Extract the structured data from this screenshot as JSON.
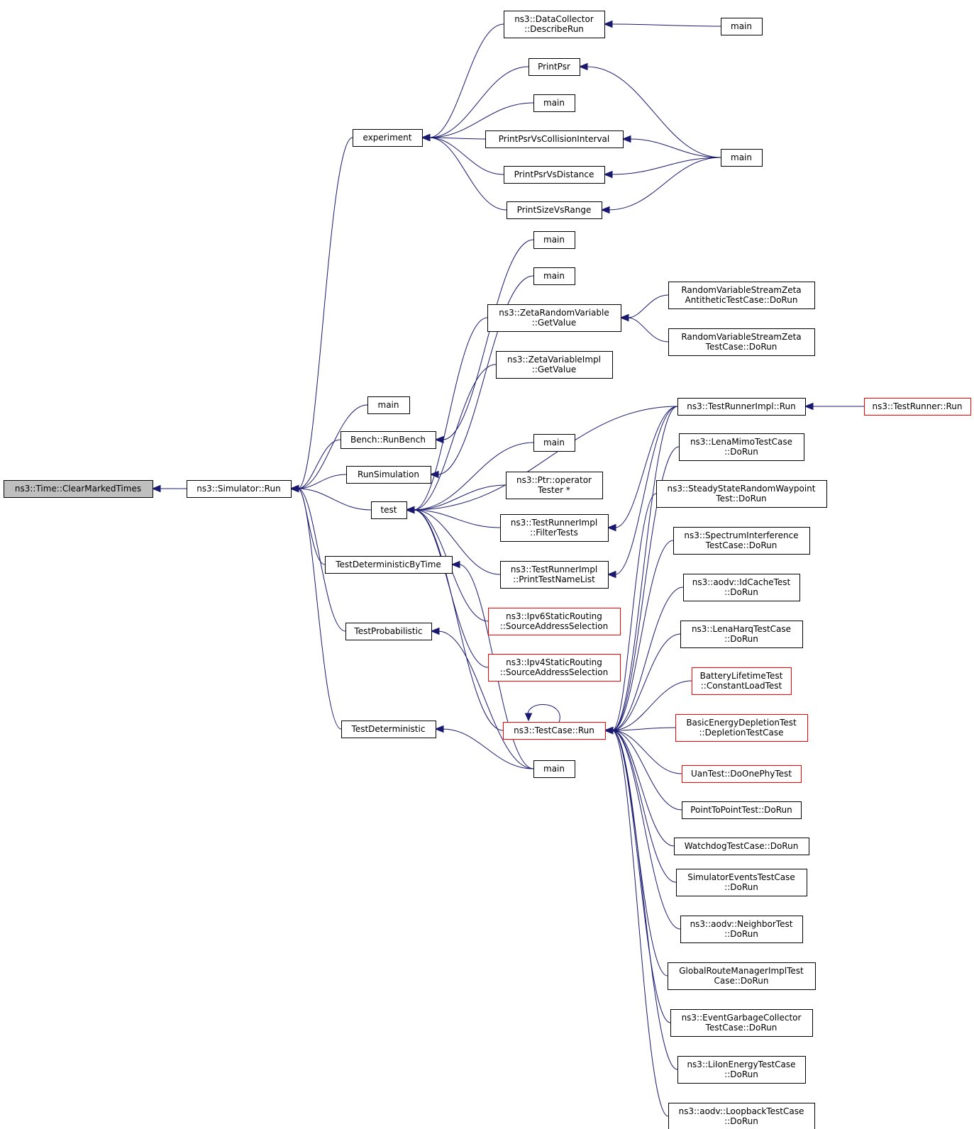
{
  "nodes": {
    "n0": {
      "label": [
        "ns3::Time::ClearMarkedTimes"
      ],
      "root": true
    },
    "n1": {
      "label": [
        "ns3::Simulator::Run"
      ]
    },
    "n2": {
      "label": [
        "experiment"
      ]
    },
    "n3": {
      "label": [
        "main"
      ]
    },
    "n4": {
      "label": [
        "Bench::RunBench"
      ]
    },
    "n5": {
      "label": [
        "RunSimulation"
      ]
    },
    "n6": {
      "label": [
        "test"
      ]
    },
    "n7": {
      "label": [
        "TestDeterministicByTime"
      ]
    },
    "n8": {
      "label": [
        "TestProbabilistic"
      ]
    },
    "n9": {
      "label": [
        "TestDeterministic"
      ]
    },
    "n10": {
      "label": [
        "ns3::DataCollector",
        "::DescribeRun"
      ]
    },
    "n11": {
      "label": [
        "PrintPsr"
      ]
    },
    "n12": {
      "label": [
        "main"
      ]
    },
    "n13": {
      "label": [
        "PrintPsrVsCollisionInterval"
      ]
    },
    "n14": {
      "label": [
        "PrintPsrVsDistance"
      ]
    },
    "n15": {
      "label": [
        "PrintSizeVsRange"
      ]
    },
    "n16": {
      "label": [
        "main"
      ]
    },
    "n17": {
      "label": [
        "main"
      ]
    },
    "n18": {
      "label": [
        "main"
      ]
    },
    "n19": {
      "label": [
        "main"
      ]
    },
    "n20": {
      "label": [
        "ns3::ZetaRandomVariable",
        "::GetValue"
      ]
    },
    "n21": {
      "label": [
        "ns3::ZetaVariableImpl",
        "::GetValue"
      ]
    },
    "n22": {
      "label": [
        "main"
      ]
    },
    "n23": {
      "label": [
        "ns3::Ptr::operator",
        "Tester *"
      ]
    },
    "n24": {
      "label": [
        "ns3::TestRunnerImpl",
        "::FilterTests"
      ]
    },
    "n25": {
      "label": [
        "ns3::TestRunnerImpl",
        "::PrintTestNameList"
      ]
    },
    "n26": {
      "label": [
        "ns3::Ipv6StaticRouting",
        "::SourceAddressSelection"
      ],
      "truncated": true
    },
    "n27": {
      "label": [
        "ns3::Ipv4StaticRouting",
        "::SourceAddressSelection"
      ],
      "truncated": true
    },
    "n28": {
      "label": [
        "ns3::TestCase::Run"
      ],
      "truncated": true
    },
    "n29": {
      "label": [
        "main"
      ]
    },
    "n30": {
      "label": [
        "RandomVariableStreamZeta",
        "AntitheticTestCase::DoRun"
      ]
    },
    "n31": {
      "label": [
        "RandomVariableStreamZeta",
        "TestCase::DoRun"
      ]
    },
    "n32": {
      "label": [
        "ns3::TestRunnerImpl::Run"
      ]
    },
    "n33": {
      "label": [
        "ns3::TestRunner::Run"
      ],
      "truncated": true
    },
    "n34": {
      "label": [
        "ns3::LenaMimoTestCase",
        "::DoRun"
      ]
    },
    "n35": {
      "label": [
        "ns3::SteadyStateRandomWaypoint",
        "Test::DoRun"
      ]
    },
    "n36": {
      "label": [
        "ns3::SpectrumInterference",
        "TestCase::DoRun"
      ]
    },
    "n37": {
      "label": [
        "ns3::aodv::IdCacheTest",
        "::DoRun"
      ]
    },
    "n38": {
      "label": [
        "ns3::LenaHarqTestCase",
        "::DoRun"
      ]
    },
    "n39": {
      "label": [
        "BatteryLifetimeTest",
        "::ConstantLoadTest"
      ],
      "truncated": true
    },
    "n40": {
      "label": [
        "BasicEnergyDepletionTest",
        "::DepletionTestCase"
      ],
      "truncated": true
    },
    "n41": {
      "label": [
        "UanTest::DoOnePhyTest"
      ],
      "truncated": true
    },
    "n42": {
      "label": [
        "PointToPointTest::DoRun"
      ]
    },
    "n43": {
      "label": [
        "WatchdogTestCase::DoRun"
      ]
    },
    "n44": {
      "label": [
        "SimulatorEventsTestCase",
        "::DoRun"
      ]
    },
    "n45": {
      "label": [
        "ns3::aodv::NeighborTest",
        "::DoRun"
      ]
    },
    "n46": {
      "label": [
        "GlobalRouteManagerImplTest",
        "Case::DoRun"
      ]
    },
    "n47": {
      "label": [
        "ns3::EventGarbageCollector",
        "TestCase::DoRun"
      ]
    },
    "n48": {
      "label": [
        "ns3::LiIonEnergyTestCase",
        "::DoRun"
      ]
    },
    "n49": {
      "label": [
        "ns3::aodv::LoopbackTestCase",
        "::DoRun"
      ]
    }
  },
  "edges": [
    [
      "n1",
      "n0"
    ],
    [
      "n2",
      "n1"
    ],
    [
      "n3",
      "n1"
    ],
    [
      "n4",
      "n1"
    ],
    [
      "n5",
      "n1"
    ],
    [
      "n6",
      "n1"
    ],
    [
      "n7",
      "n1"
    ],
    [
      "n8",
      "n1"
    ],
    [
      "n9",
      "n1"
    ],
    [
      "n10",
      "n2"
    ],
    [
      "n11",
      "n2"
    ],
    [
      "n12",
      "n2"
    ],
    [
      "n13",
      "n2"
    ],
    [
      "n14",
      "n2"
    ],
    [
      "n15",
      "n2"
    ],
    [
      "n16",
      "n10"
    ],
    [
      "n17",
      "n11"
    ],
    [
      "n17",
      "n13"
    ],
    [
      "n17",
      "n14"
    ],
    [
      "n17",
      "n15"
    ],
    [
      "n18",
      "n4"
    ],
    [
      "n19",
      "n5"
    ],
    [
      "n20",
      "n6"
    ],
    [
      "n21",
      "n6"
    ],
    [
      "n32",
      "n6"
    ],
    [
      "n22",
      "n6"
    ],
    [
      "n23",
      "n6"
    ],
    [
      "n24",
      "n6"
    ],
    [
      "n25",
      "n6"
    ],
    [
      "n26",
      "n6"
    ],
    [
      "n27",
      "n6"
    ],
    [
      "n28",
      "n6"
    ],
    [
      "n29",
      "n7"
    ],
    [
      "n29",
      "n8"
    ],
    [
      "n29",
      "n9"
    ],
    [
      "n30",
      "n20"
    ],
    [
      "n31",
      "n20"
    ],
    [
      "n33",
      "n32"
    ],
    [
      "n32",
      "n24"
    ],
    [
      "n32",
      "n25"
    ],
    [
      "n28",
      "n28"
    ],
    [
      "n32",
      "n28"
    ],
    [
      "n34",
      "n28"
    ],
    [
      "n35",
      "n28"
    ],
    [
      "n36",
      "n28"
    ],
    [
      "n37",
      "n28"
    ],
    [
      "n38",
      "n28"
    ],
    [
      "n39",
      "n28"
    ],
    [
      "n40",
      "n28"
    ],
    [
      "n41",
      "n28"
    ],
    [
      "n42",
      "n28"
    ],
    [
      "n43",
      "n28"
    ],
    [
      "n44",
      "n28"
    ],
    [
      "n45",
      "n28"
    ],
    [
      "n46",
      "n28"
    ],
    [
      "n47",
      "n28"
    ],
    [
      "n48",
      "n28"
    ],
    [
      "n49",
      "n28"
    ]
  ]
}
